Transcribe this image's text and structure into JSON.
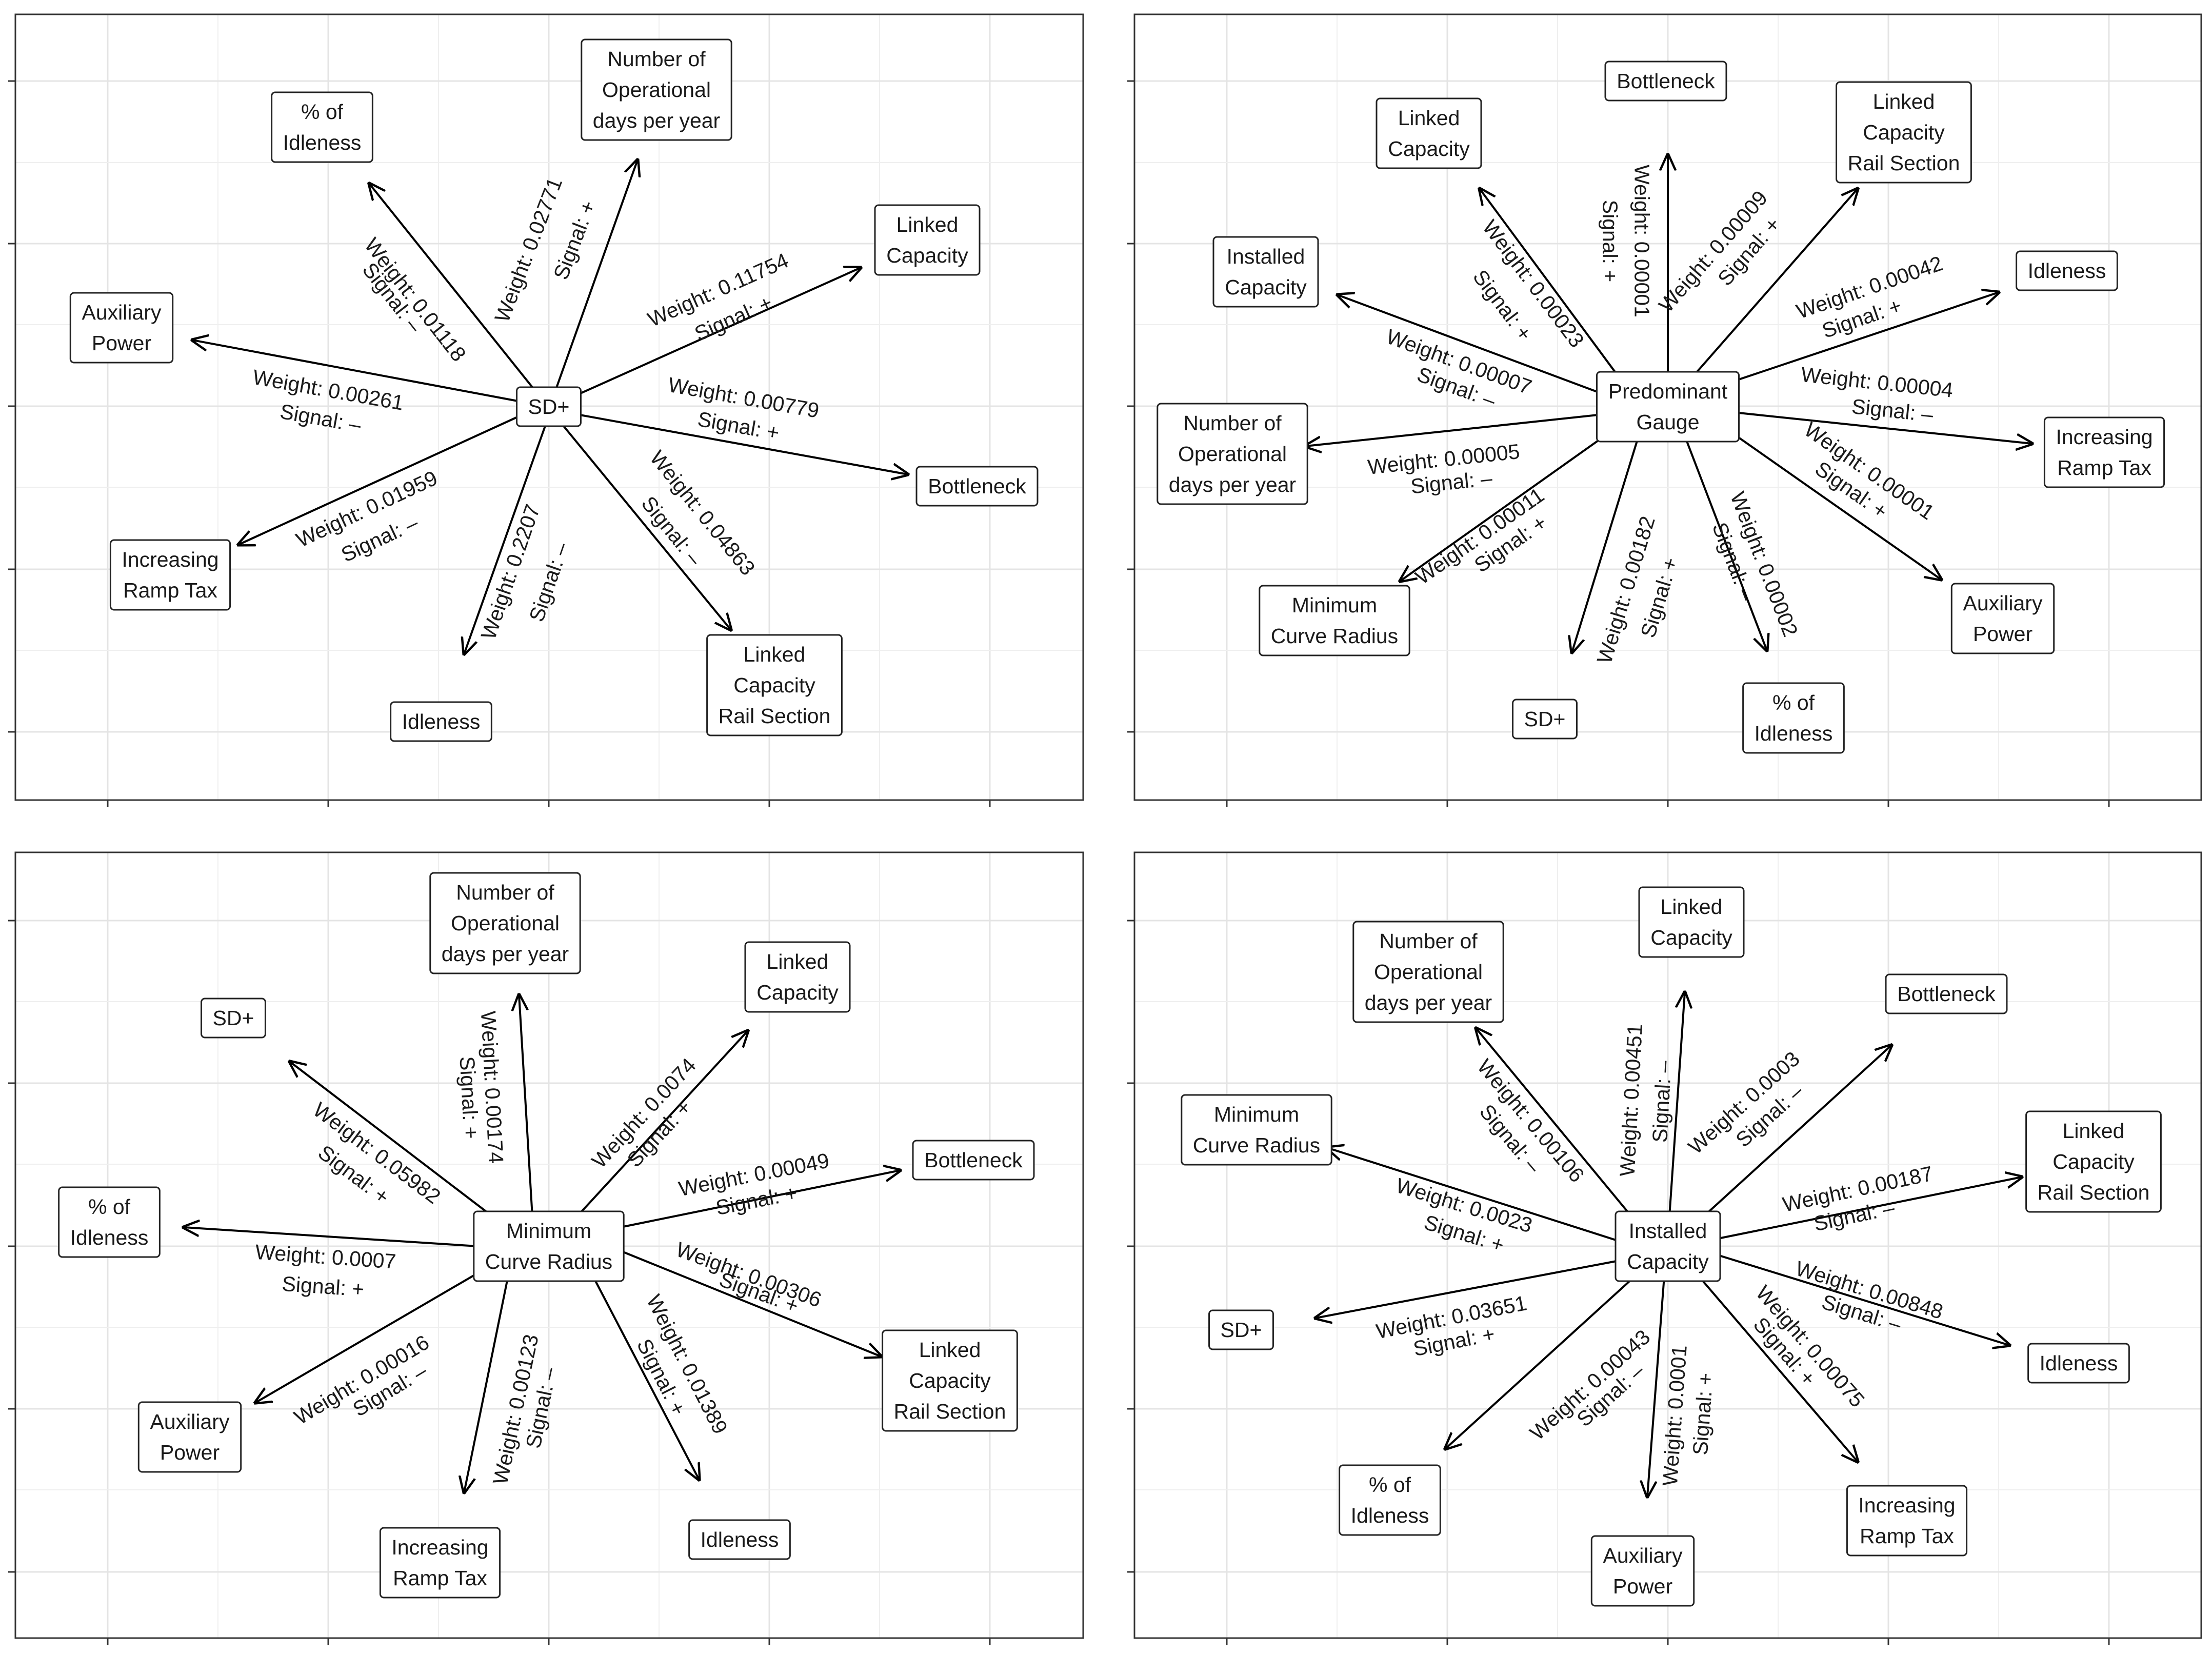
{
  "arrowhead_color": "#000000",
  "panels": [
    {
      "id": "sd-plus",
      "center_label": "SD+",
      "edges": [
        {
          "target": "Number of Operational days per year",
          "weight": "Weight: 0.02771",
          "signal": "Signal: +"
        },
        {
          "target": "Linked Capacity",
          "weight": "Weight: 0.11754",
          "signal": "Signal: +"
        },
        {
          "target": "Bottleneck",
          "weight": "Weight: 0.00779",
          "signal": "Signal: +"
        },
        {
          "target": "Linked Capacity Rail Section",
          "weight": "Weight: 0.04863",
          "signal": "Signal: –"
        },
        {
          "target": "Idleness",
          "weight": "Weight: 0.2207",
          "signal": "Signal: –"
        },
        {
          "target": "Increasing Ramp Tax",
          "weight": "Weight: 0.01959",
          "signal": "Signal: –"
        },
        {
          "target": "Auxiliary Power",
          "weight": "Weight: 0.00261",
          "signal": "Signal: –"
        },
        {
          "target": "% of Idleness",
          "weight": "Weight: 0.01118",
          "signal": "Signal: –"
        }
      ]
    },
    {
      "id": "predominant-gauge",
      "center_label": "Predominant Gauge",
      "edges": [
        {
          "target": "Bottleneck",
          "weight": "Weight: 0.00001",
          "signal": "Signal: +"
        },
        {
          "target": "Linked Capacity Rail Section",
          "weight": "Weight: 0.00009",
          "signal": "Signal: +"
        },
        {
          "target": "Idleness",
          "weight": "Weight: 0.00042",
          "signal": "Signal: +"
        },
        {
          "target": "Increasing Ramp Tax",
          "weight": "Weight: 0.00004",
          "signal": "Signal: –"
        },
        {
          "target": "Auxiliary Power",
          "weight": "Weight: 0.00001",
          "signal": "Signal: +"
        },
        {
          "target": "% of Idleness",
          "weight": "Weight: 0.00002",
          "signal": "Signal: –"
        },
        {
          "target": "SD+",
          "weight": "Weight: 0.00182",
          "signal": "Signal: +"
        },
        {
          "target": "Minimum Curve Radius",
          "weight": "Weight: 0.00011",
          "signal": "Signal: +"
        },
        {
          "target": "Number of Operational days per year",
          "weight": "Weight: 0.00005",
          "signal": "Signal: –"
        },
        {
          "target": "Installed Capacity",
          "weight": "Weight: 0.00007",
          "signal": "Signal: –"
        },
        {
          "target": "Linked Capacity",
          "weight": "Weight: 0.00023",
          "signal": "Signal: +"
        }
      ]
    },
    {
      "id": "minimum-curve-radius",
      "center_label": "Minimum Curve Radius",
      "edges": [
        {
          "target": "Number of Operational days per year",
          "weight": "Weight: 0.00174",
          "signal": "Signal: +"
        },
        {
          "target": "Linked Capacity",
          "weight": "Weight: 0.0074",
          "signal": "Signal: +"
        },
        {
          "target": "Bottleneck",
          "weight": "Weight: 0.00049",
          "signal": "Signal: +"
        },
        {
          "target": "Linked Capacity Rail Section",
          "weight": "Weight: 0.00306",
          "signal": "Signal: +"
        },
        {
          "target": "Idleness",
          "weight": "Weight: 0.01389",
          "signal": "Signal: +"
        },
        {
          "target": "Increasing Ramp Tax",
          "weight": "Weight: 0.00123",
          "signal": "Signal: –"
        },
        {
          "target": "Auxiliary Power",
          "weight": "Weight: 0.00016",
          "signal": "Signal: –"
        },
        {
          "target": "% of Idleness",
          "weight": "Weight: 0.0007",
          "signal": "Signal: +"
        },
        {
          "target": "SD+",
          "weight": "Weight: 0.05982",
          "signal": "Signal: +"
        }
      ]
    },
    {
      "id": "installed-capacity",
      "center_label": "Installed Capacity",
      "edges": [
        {
          "target": "Linked Capacity",
          "weight": "Weight: 0.00451",
          "signal": "Signal: –"
        },
        {
          "target": "Bottleneck",
          "weight": "Weight: 0.0003",
          "signal": "Signal: –"
        },
        {
          "target": "Linked Capacity Rail Section",
          "weight": "Weight: 0.00187",
          "signal": "Signal: –"
        },
        {
          "target": "Idleness",
          "weight": "Weight: 0.00848",
          "signal": "Signal: –"
        },
        {
          "target": "Increasing Ramp Tax",
          "weight": "Weight: 0.00075",
          "signal": "Signal: +"
        },
        {
          "target": "Auxiliary Power",
          "weight": "Weight: 0.0001",
          "signal": "Signal: +"
        },
        {
          "target": "% of Idleness",
          "weight": "Weight: 0.00043",
          "signal": "Signal: –"
        },
        {
          "target": "SD+",
          "weight": "Weight: 0.03651",
          "signal": "Signal: +"
        },
        {
          "target": "Minimum Curve Radius",
          "weight": "Weight: 0.0023",
          "signal": "Signal: +"
        },
        {
          "target": "Number of Operational days per year",
          "weight": "Weight: 0.00106",
          "signal": "Signal: –"
        }
      ]
    }
  ]
}
